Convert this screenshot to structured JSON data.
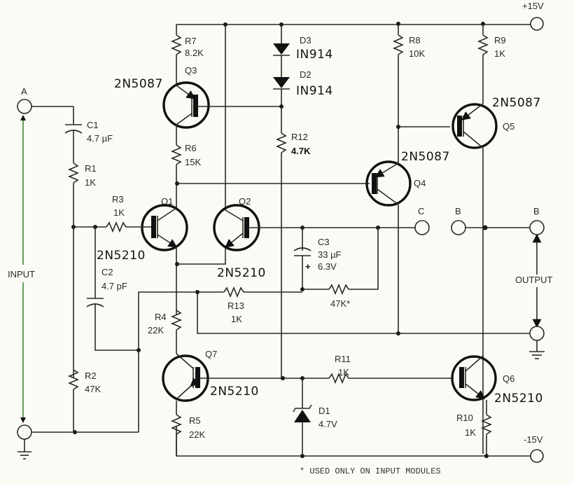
{
  "title": "Input/Output amplifier module schematic",
  "rails": {
    "positive": "+15V",
    "negative": "-15V"
  },
  "terminals": {
    "a": "A",
    "c": "C",
    "b_left": "B",
    "b_right": "B"
  },
  "signals": {
    "input": "INPUT",
    "output": "OUTPUT"
  },
  "resistors": {
    "r1": {
      "ref": "R1",
      "value": "1K"
    },
    "r2": {
      "ref": "R2",
      "value": "47K"
    },
    "r3": {
      "ref": "R3",
      "value": "1K"
    },
    "r4": {
      "ref": "R4",
      "value": "22K"
    },
    "r5": {
      "ref": "R5",
      "value": "22K"
    },
    "r6": {
      "ref": "R6",
      "value": "15K"
    },
    "r7": {
      "ref": "R7",
      "value": "8.2K"
    },
    "r8": {
      "ref": "R8",
      "value": "10K"
    },
    "r9": {
      "ref": "R9",
      "value": "1K"
    },
    "r10": {
      "ref": "R10",
      "value": "1K"
    },
    "r11": {
      "ref": "R11",
      "value": "1K"
    },
    "r12": {
      "ref": "R12",
      "value": "4.7K"
    },
    "r13": {
      "ref": "R13",
      "value": "1K"
    },
    "r_opt": {
      "ref": "",
      "value": "47K*"
    }
  },
  "capacitors": {
    "c1": {
      "ref": "C1",
      "value": "4.7 µF"
    },
    "c2": {
      "ref": "C2",
      "value": "4.7 pF"
    },
    "c3": {
      "ref": "C3",
      "value": "33 µF",
      "rating": "6.3V",
      "polarity": "+"
    }
  },
  "diodes": {
    "d1": {
      "ref": "D1",
      "value": "4.7V",
      "type": "zener"
    },
    "d2": {
      "ref": "D2",
      "value": "IN914"
    },
    "d3": {
      "ref": "D3",
      "value": "IN914"
    }
  },
  "transistors": {
    "q1": {
      "ref": "Q1",
      "part": "2N5210",
      "type": "NPN"
    },
    "q2": {
      "ref": "Q2",
      "part": "2N5210",
      "type": "NPN"
    },
    "q3": {
      "ref": "Q3",
      "part": "2N5087",
      "type": "PNP"
    },
    "q4": {
      "ref": "Q4",
      "part": "2N5087",
      "type": "PNP"
    },
    "q5": {
      "ref": "Q5",
      "part": "2N5087",
      "type": "PNP"
    },
    "q6": {
      "ref": "Q6",
      "part": "2N5210",
      "type": "NPN"
    },
    "q7": {
      "ref": "Q7",
      "part": "2N5210",
      "type": "NPN"
    }
  },
  "footnote": "* USED ONLY ON INPUT MODULES"
}
